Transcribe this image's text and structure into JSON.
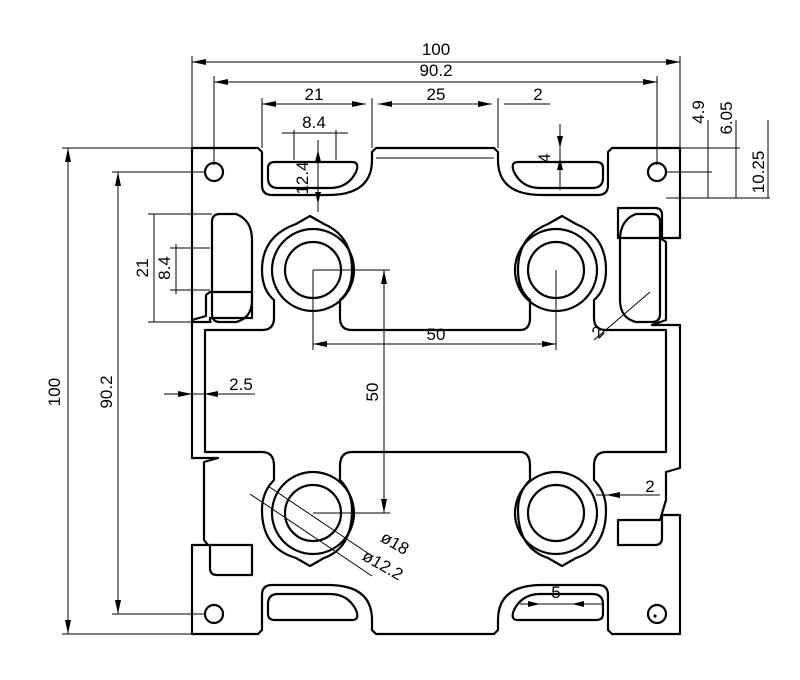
{
  "colors": {
    "background": "#ffffff",
    "line": "#000000"
  },
  "dimensions": {
    "overall_width": "100",
    "overall_height": "100",
    "slot_pitch_width": "90.2",
    "slot_pitch_height": "90.2",
    "slot_width_top": "21",
    "slot_width_left": "21",
    "slot_opening_top": "8.4",
    "slot_opening_left": "8.4",
    "slot_spacing": "25",
    "wall_top": "2",
    "slot_depth": "12.4",
    "lip_thickness": "4",
    "offset_a": "4.9",
    "offset_b": "6.05",
    "offset_c": "10.25",
    "bore_spacing_h": "50",
    "bore_spacing_v": "50",
    "wall_left": "2.5",
    "web": "2",
    "wall_right": "2",
    "bore_outer": "ø18",
    "bore_inner": "ø12.2",
    "groove": "5"
  }
}
